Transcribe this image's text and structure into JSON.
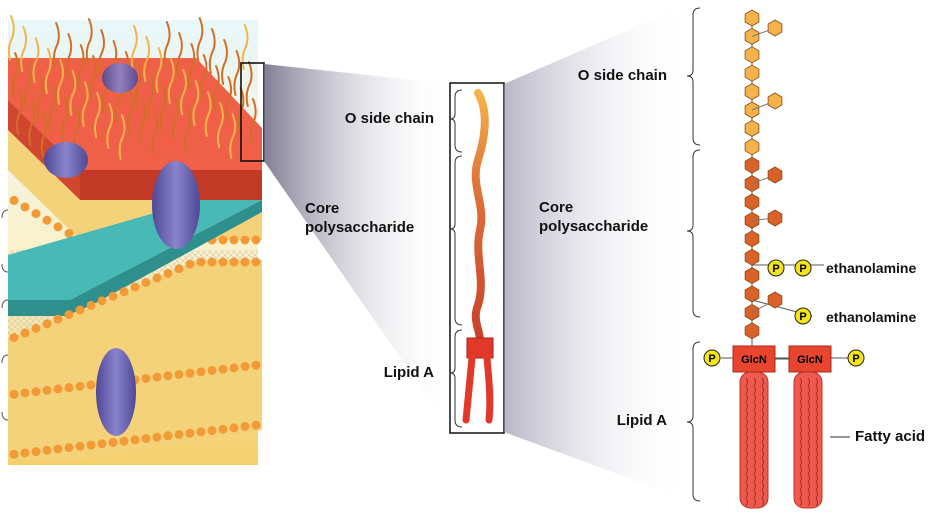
{
  "labels": {
    "o_side_chain": "O side chain",
    "core_polysaccharide_line1": "Core",
    "core_polysaccharide_line2": "polysaccharide",
    "lipid_a": "Lipid A",
    "ethanolamine_1": "ethanolamine",
    "ethanolamine_2": "ethanolamine",
    "fatty_acid": "Fatty acid",
    "glcn_left": "GlcN",
    "glcn_right": "GlcN",
    "phosphate": "P"
  },
  "colors": {
    "o_sugar": "#f4b34a",
    "core_sugar": "#d9622b",
    "lipid_a_fill": "#ef5a4f",
    "lipid_a_dark": "#c8362b",
    "phosphate_fill": "#f7e51a",
    "membrane_lipid_head": "#f29a35",
    "membrane_lipid_tail": "#e8b84a",
    "protein": "#6a63b0",
    "peptidoglycan": "#3fb4b4",
    "lps_layer": "#ee5a3e"
  }
}
